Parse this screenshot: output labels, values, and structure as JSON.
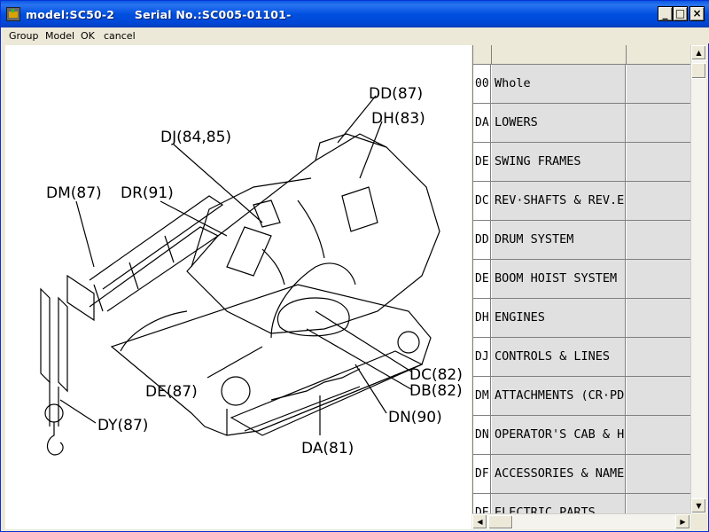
{
  "window": {
    "title": "model:SC50-2     Serial No.:SC005-01101-",
    "controls": {
      "minimize": "_",
      "maximize": "□",
      "close": "×"
    }
  },
  "menu": [
    "Group",
    "Model",
    "OK",
    "cancel"
  ],
  "diagram": {
    "callouts": [
      "DD(87)",
      "DH(83)",
      "DJ(84,85)",
      "DM(87)",
      "DR(91)",
      "DE(87)",
      "DC(82)",
      "DB(82)",
      "DN(90)",
      "DY(87)",
      "DA(81)"
    ]
  },
  "parts_list": {
    "rows": [
      {
        "code": "00",
        "name": "Whole"
      },
      {
        "code": "DA",
        "name": "LOWERS"
      },
      {
        "code": "DE",
        "name": "SWING FRAMES"
      },
      {
        "code": "DC",
        "name": "REV·SHAFTS & REV.EC"
      },
      {
        "code": "DD",
        "name": "DRUM SYSTEM"
      },
      {
        "code": "DE",
        "name": "BOOM HOIST SYSTEM"
      },
      {
        "code": "DH",
        "name": "ENGINES"
      },
      {
        "code": "DJ",
        "name": "CONTROLS & LINES"
      },
      {
        "code": "DM",
        "name": "ATTACHMENTS (CR·PD"
      },
      {
        "code": "DN",
        "name": "OPERATOR'S CAB & HO"
      },
      {
        "code": "DF",
        "name": "ACCESSORIES & NAME"
      },
      {
        "code": "DE",
        "name": "ELECTRIC PARTS"
      }
    ]
  },
  "scrollbars": {
    "up": "▲",
    "down": "▼",
    "left": "◀",
    "right": "▶"
  }
}
